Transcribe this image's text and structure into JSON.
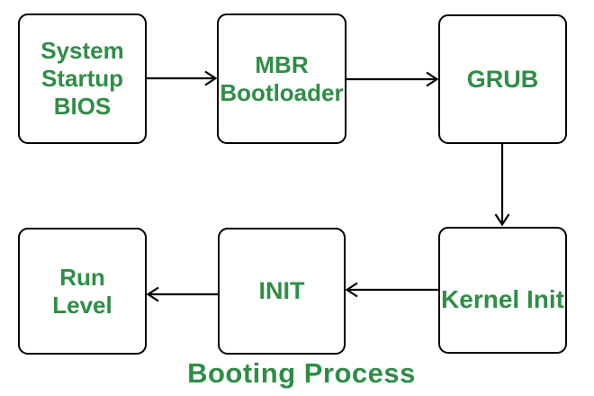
{
  "title": "Booting Process",
  "colors": {
    "text_green": "#2f8d46",
    "box_border": "#000000",
    "arrow": "#000000",
    "background": "#ffffff"
  },
  "nodes": [
    {
      "id": "bios",
      "lines": [
        "System",
        "Startup",
        "BIOS"
      ]
    },
    {
      "id": "mbr",
      "lines": [
        "MBR",
        "Bootloader"
      ]
    },
    {
      "id": "grub",
      "lines": [
        "GRUB"
      ]
    },
    {
      "id": "kernel",
      "lines": [
        "Kernel Init"
      ]
    },
    {
      "id": "init",
      "lines": [
        "INIT"
      ]
    },
    {
      "id": "runlevel",
      "lines": [
        "Run",
        "Level"
      ]
    }
  ],
  "edges": [
    {
      "from": "System Startup BIOS",
      "to": "MBR Bootloader",
      "direction": "right"
    },
    {
      "from": "MBR Bootloader",
      "to": "GRUB",
      "direction": "right"
    },
    {
      "from": "GRUB",
      "to": "Kernel Init",
      "direction": "down"
    },
    {
      "from": "Kernel Init",
      "to": "INIT",
      "direction": "left"
    },
    {
      "from": "INIT",
      "to": "Run Level",
      "direction": "left"
    }
  ]
}
